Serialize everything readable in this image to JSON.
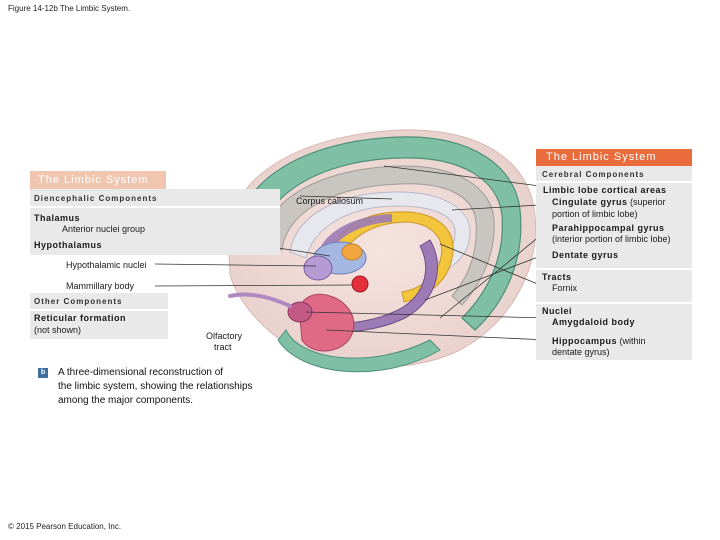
{
  "figure_title": "Figure 14-12b The Limbic System.",
  "copyright": "© 2015 Pearson Education, Inc.",
  "left_panel": {
    "header": "The Limbic System",
    "diencephalic_title": "Diencephalic Components",
    "thalamus": "Thalamus",
    "anterior_nuclei": "Anterior nuclei group",
    "hypothalamus": "Hypothalamus",
    "hypothalamic_nuclei": "Hypothalamic nuclei",
    "mammillary_body": "Mammillary body",
    "other_title": "Other Components",
    "reticular": "Reticular formation",
    "not_shown": "(not shown)"
  },
  "right_panel": {
    "header": "The Limbic System",
    "cerebral_title": "Cerebral Components",
    "limbic_lobe": "Limbic lobe cortical areas",
    "cingulate": "Cingulate gyrus",
    "cingulate_note": "(superior",
    "cingulate_note2": "portion of limbic lobe)",
    "parahippocampal": "Parahippocampal gyrus",
    "parahippocampal_note": "(interior portion of limbic lobe)",
    "dentate": "Dentate gyrus",
    "tracts_title": "Tracts",
    "fornix": "Fornix",
    "nuclei_title": "Nuclei",
    "amygdaloid": "Amygdaloid body",
    "hippocampus": "Hippocampus",
    "hippocampus_note": "(within",
    "hippocampus_note2": "dentate gyrus)"
  },
  "labels": {
    "corpus_callosum": "Corpus callosum",
    "olfactory": "Olfactory",
    "tract": "tract"
  },
  "legend": {
    "badge": "b",
    "caption_line1": "A three-dimensional reconstruction of",
    "caption_line2": "the limbic system, showing the relationships",
    "caption_line3": "among the major components."
  },
  "colors": {
    "left_header": "#f0c6b0",
    "right_header": "#ea6b3c",
    "panel_bg": "#e9e9ea",
    "cortex_green": "#7fbfa6",
    "cingulate_gray": "#c9c6c2",
    "fornix_yellow": "#f2c53d",
    "dentate_purple": "#9c7ab5",
    "hippocampus_pink": "#e06a86"
  }
}
